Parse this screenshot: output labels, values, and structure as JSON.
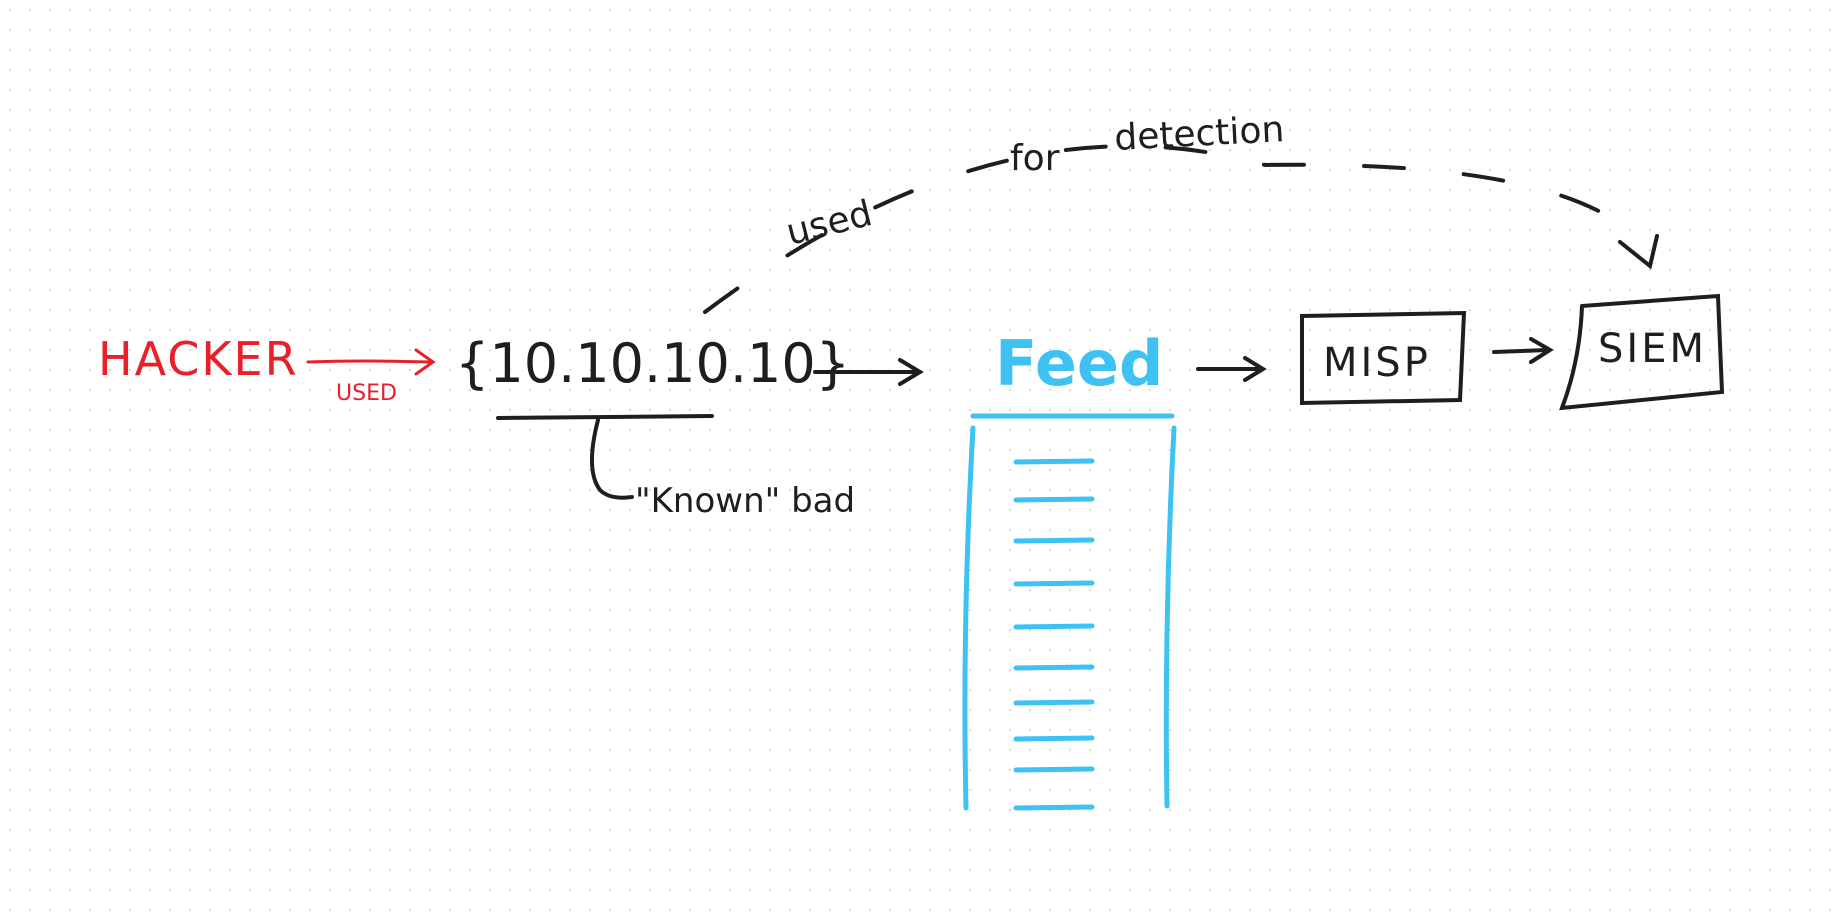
{
  "colors": {
    "actor": "#e8202a",
    "feed": "#3ec1f3",
    "ink": "#1e1e1e"
  },
  "nodes": {
    "hacker": "HACKER",
    "used_edge": "USED",
    "ip": "{10.10.10.10}",
    "ip_note": "\"Known\" bad",
    "feed": "Feed",
    "misp": "MISP",
    "siem": "SIEM"
  },
  "arc_label": {
    "word1": "used",
    "word2": "for",
    "word3": "detection"
  },
  "feed_item_count": 10
}
